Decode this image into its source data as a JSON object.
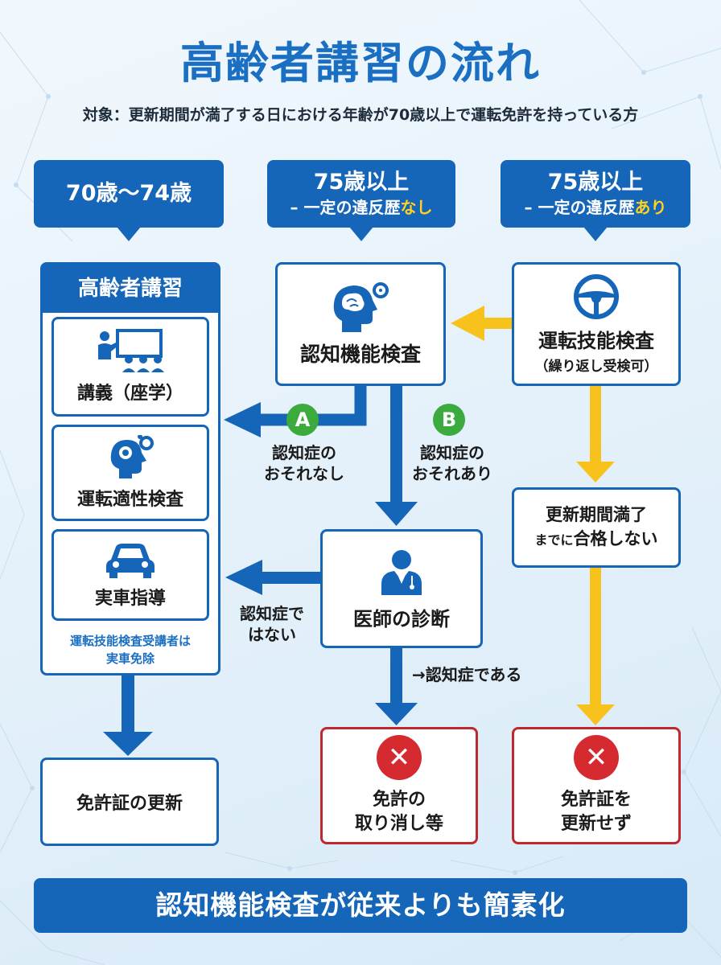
{
  "title": "高齢者講習の流れ",
  "subtitle": "対象：更新期間が満了する日における年齢が70歳以上で運転免許を持っている方",
  "categories": {
    "col1": {
      "label": "70歳〜74歳"
    },
    "col2": {
      "label": "75歳以上",
      "sub_prefix": "– 一定の違反歴",
      "sub_highlight": "なし"
    },
    "col3": {
      "label": "75歳以上",
      "sub_prefix": "– 一定の違反歴",
      "sub_highlight": "あり"
    }
  },
  "course": {
    "heading": "高齢者講習",
    "lecture": "講義（座学）",
    "aptitude": "運転適性検査",
    "driving": "実車指導",
    "note_line1": "運転技能検査受講者は",
    "note_line2": "実車免除"
  },
  "renewal": "免許証の更新",
  "cognitive_test": "認知機能検査",
  "skill_test": {
    "label": "運転技能検査",
    "sub": "（繰り返し受検可）"
  },
  "branch_a": {
    "badge": "A",
    "line1": "認知症の",
    "line2": "おそれなし"
  },
  "branch_b": {
    "badge": "B",
    "line1": "認知症の",
    "line2": "おそれあり"
  },
  "renewal_fail": {
    "line1": "更新期間満了",
    "prefix": "までに",
    "suffix": "合格しない"
  },
  "doctor": "医師の診断",
  "not_dementia": {
    "line1": "認知症で",
    "line2": "はない"
  },
  "is_dementia": "→認知症である",
  "revoke": {
    "line1": "免許の",
    "line2": "取り消し等"
  },
  "not_renewed": {
    "line1": "免許証を",
    "line2": "更新せず"
  },
  "banner": "認知機能検査が従来よりも簡素化",
  "colors": {
    "primary": "#1565b8",
    "arrow_yellow": "#f7c21b",
    "stop_red": "#d52a2f",
    "badge_green": "#3cab3e"
  },
  "icons": [
    "brain-gear-icon",
    "steering-wheel-icon",
    "lecture-icon",
    "head-gear-icon",
    "car-icon",
    "doctor-icon",
    "cross-icon"
  ]
}
